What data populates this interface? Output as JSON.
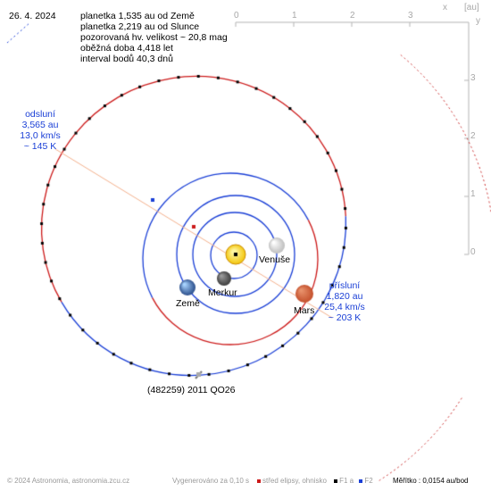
{
  "date": "26. 4. 2024",
  "info_lines": [
    "planetka 1,535 au od Země",
    "planetka 2,219 au od Slunce",
    "pozorovaná hv. velikost ~ 20,8 mag",
    "oběžná doba 4,418 let",
    "interval bodů 40,3 dnů"
  ],
  "axis": {
    "x_letter": "x",
    "y_letter": "y",
    "unit": "[au]",
    "x_ticks": [
      "0",
      "1",
      "2",
      "3"
    ],
    "y_ticks": [
      "3",
      "2",
      "1",
      "0"
    ]
  },
  "aphelion": {
    "title": "odsluní",
    "dist": "3,565 au",
    "speed": "13,0 km/s",
    "temp": "~ 145 K"
  },
  "perihelion": {
    "title": "přísluní",
    "dist": "1,820 au",
    "speed": "25,4 km/s",
    "temp": "~ 203 K"
  },
  "planets": {
    "mercury": "Merkur",
    "venus": "Venuše",
    "earth": "Země",
    "mars": "Mars"
  },
  "asteroid_name": "(482259) 2011 QO26",
  "footer": {
    "copyright": "© 2024 Astronomia, astronomia.zcu.cz",
    "generated": "Vygenerováno za 0,10 s",
    "center_label": "střed elipsy, ohnisko",
    "f1_label": "F1 a",
    "f2_label": "F2",
    "scale": "Měřítko : 0,0154 au/bod"
  },
  "colors": {
    "inner_orbit": "#1a3fd6",
    "outer_orbit": "#cc1a1a",
    "sun": "#f2c200",
    "mars": "#c4502c",
    "axis_gray": "#b4b4b4"
  }
}
